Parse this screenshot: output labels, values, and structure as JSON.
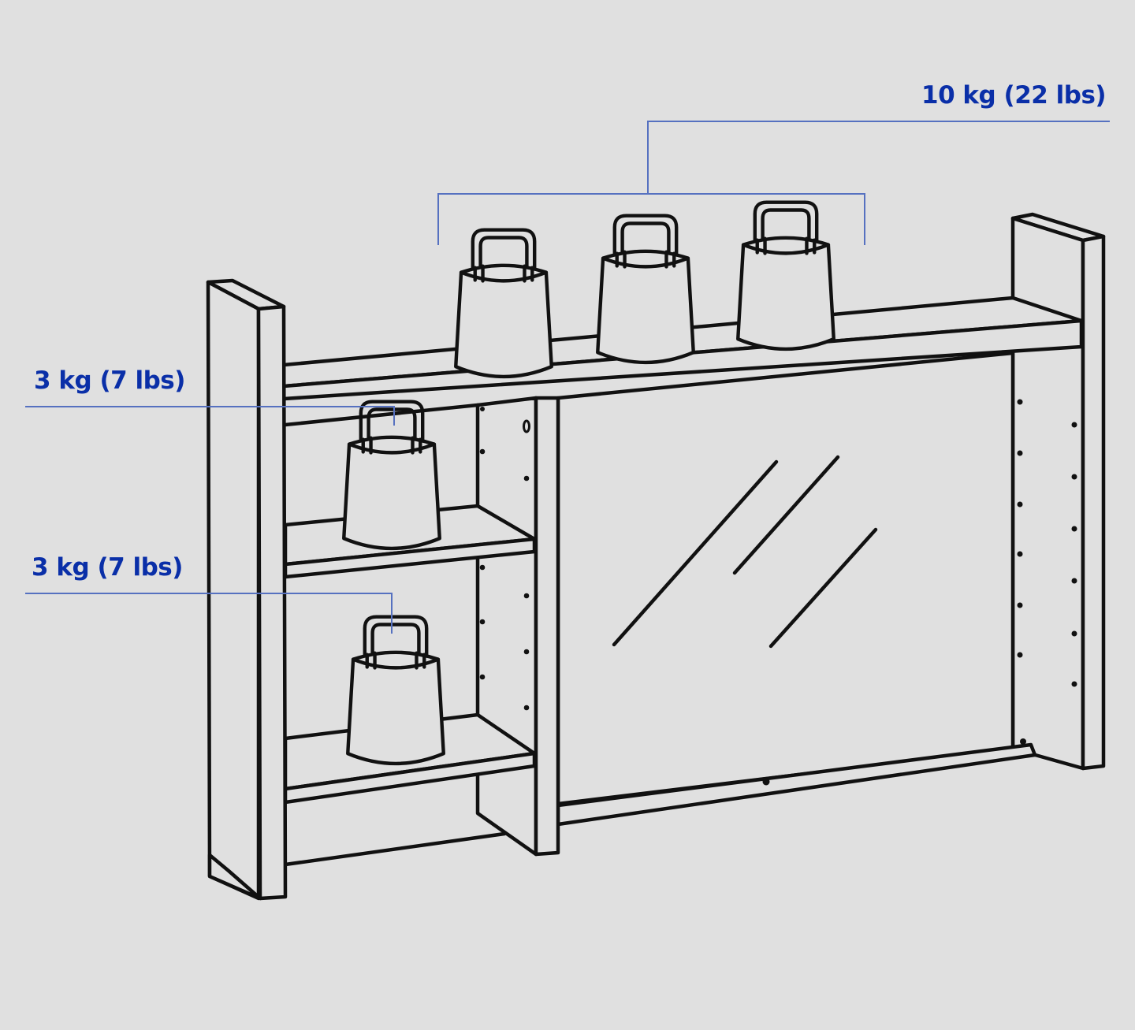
{
  "diagram": {
    "subject": "Wall shelf unit with glass panel and load-capacity callouts",
    "colors": {
      "background": "#e0e0e0",
      "line_art": "#111111",
      "callout_text": "#0a2fa8",
      "callout_line": "#5671c0"
    },
    "callouts": [
      {
        "id": "top-shelf",
        "label": "10 kg (22 lbs)",
        "target": "top shelf (3 weights)"
      },
      {
        "id": "upper-left-shelf",
        "label": "3 kg (7 lbs)",
        "target": "upper left compartment shelf"
      },
      {
        "id": "lower-left-shelf",
        "label": "3 kg (7 lbs)",
        "target": "lower left compartment shelf"
      }
    ],
    "weights_shown": 5
  }
}
